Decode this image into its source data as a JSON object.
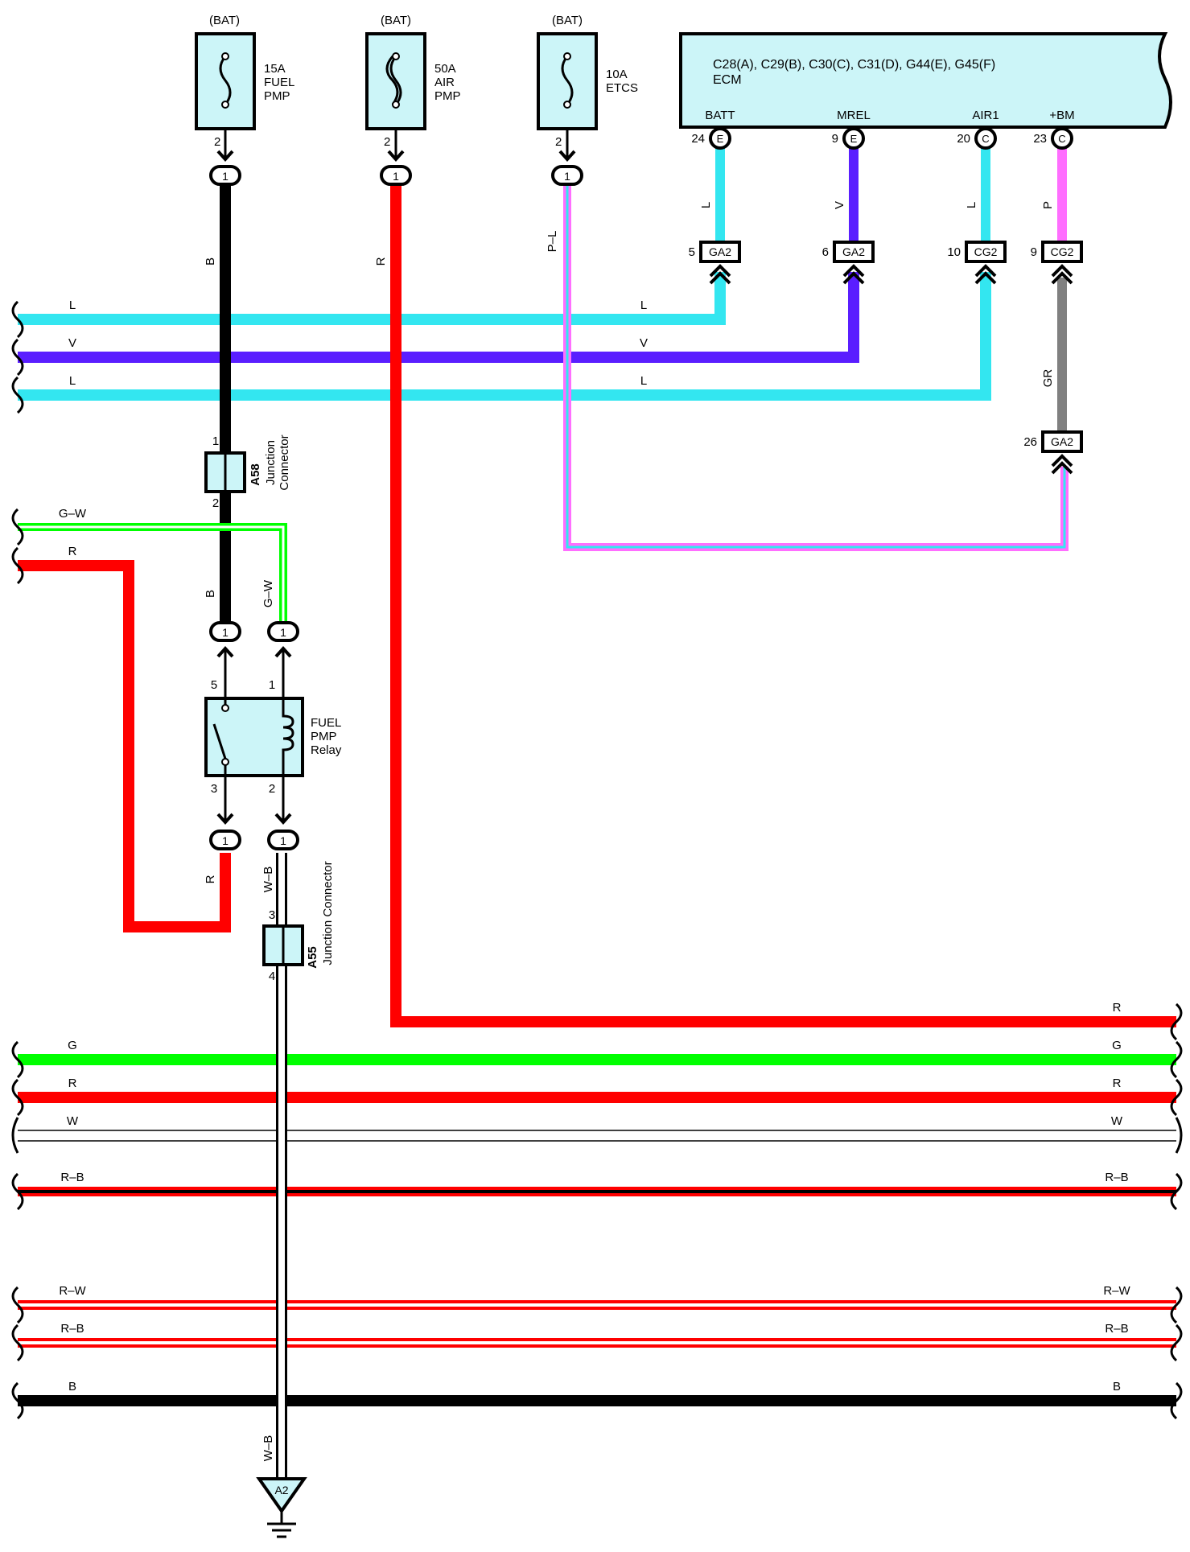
{
  "colors": {
    "L": "#33e6f0",
    "V": "#5a1eff",
    "R": "#ff0000",
    "B": "#000000",
    "G": "#00ff00",
    "P": "#ff6eff",
    "GR": "#808080",
    "component_fill": "#ccf5f8"
  },
  "fuses": {
    "fuel": {
      "source": "(BAT)",
      "amp": "15A",
      "name_1": "FUEL",
      "name_2": "PMP",
      "pin": "2",
      "conn": "1"
    },
    "air": {
      "source": "(BAT)",
      "amp": "50A",
      "name_1": "AIR",
      "name_2": "PMP",
      "pin": "2",
      "conn": "1"
    },
    "etcs": {
      "source": "(BAT)",
      "amp": "10A",
      "name_1": "ETCS",
      "pin": "2",
      "conn": "1"
    }
  },
  "ecm": {
    "connectors": "C28(A), C29(B), C30(C), C31(D), G44(E), G45(F)",
    "name": "ECM",
    "terminals": [
      {
        "label": "BATT",
        "pin": "24",
        "conn": "E",
        "wire": "L",
        "gpin": "5",
        "gconn": "GA2"
      },
      {
        "label": "MREL",
        "pin": "9",
        "conn": "E",
        "wire": "V",
        "gpin": "6",
        "gconn": "GA2"
      },
      {
        "label": "AIR1",
        "pin": "20",
        "conn": "C",
        "wire": "L",
        "gpin": "10",
        "gconn": "CG2"
      },
      {
        "label": "+BM",
        "pin": "23",
        "conn": "C",
        "wire": "P",
        "gpin": "9",
        "gconn": "CG2"
      }
    ],
    "gr_wire": "GR",
    "gr_pin": "26",
    "gr_conn": "GA2"
  },
  "wires": {
    "fuel_fuse_out": "B",
    "air_fuse_out": "R",
    "etcs_out": "P–L",
    "left_l1": "L",
    "right_l1": "L",
    "left_v": "V",
    "right_v": "V",
    "left_l2": "L",
    "right_l2": "L",
    "gw_left": "G–W",
    "gw_vert": "G–W",
    "r_left": "R",
    "b_lower": "B",
    "relay_out_r": "R",
    "relay_out_wb": "W–B",
    "ground_wb": "W–B"
  },
  "junction_a58": {
    "code": "A58",
    "name_1": "Junction",
    "name_2": "Connector",
    "pin_top": "1",
    "pin_bottom": "2"
  },
  "junction_a55": {
    "code": "A55",
    "name": "Junction Connector",
    "pin_top": "3",
    "pin_bottom": "4"
  },
  "relay": {
    "name_1": "FUEL",
    "name_2": "PMP",
    "name_3": "Relay",
    "pin_5": "5",
    "pin_1": "1",
    "pin_3": "3",
    "pin_2": "2",
    "conn_top_left": "1",
    "conn_top_right": "1",
    "conn_bot_left": "1",
    "conn_bot_right": "1"
  },
  "bus": [
    {
      "left": "R",
      "right": "R"
    },
    {
      "left": "G",
      "right": "G"
    },
    {
      "left": "R",
      "right": "R"
    },
    {
      "left": "W",
      "right": "W"
    },
    {
      "left": "R–B",
      "right": "R–B"
    },
    {
      "left": "R–W",
      "right": "R–W"
    },
    {
      "left": "R–B",
      "right": "R–B"
    },
    {
      "left": "B",
      "right": "B"
    }
  ],
  "ground": {
    "code": "A2"
  }
}
